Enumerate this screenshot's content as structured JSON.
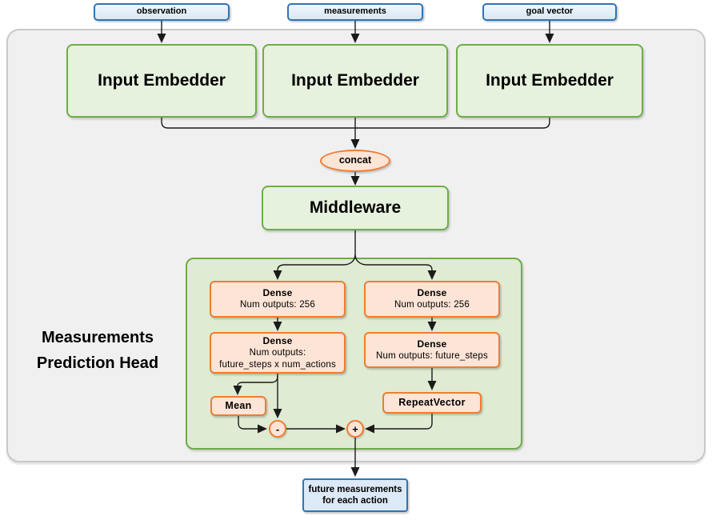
{
  "colors": {
    "green_border": "#6FAD47",
    "green_fill": "#E6F1DE",
    "inner_green_fill": "#DFEBD2",
    "orange_border": "#ED7D31",
    "orange_fill": "#FCE4D6",
    "blue_border": "#2E75B6",
    "blue_fill": "#DCE9F6",
    "gray_fill": "#F0F0F1",
    "gray_border": "#C9C9C9",
    "line_color": "#1a1a1a"
  },
  "top_inputs": [
    {
      "label": "observation"
    },
    {
      "label": "measurements"
    },
    {
      "label": "goal vector"
    }
  ],
  "embedders": [
    {
      "label": "Input Embedder"
    },
    {
      "label": "Input Embedder"
    },
    {
      "label": "Input Embedder"
    }
  ],
  "concat": {
    "label": "concat"
  },
  "middleware": {
    "label": "Middleware"
  },
  "prediction_head": {
    "title_line1": "Measurements",
    "title_line2": "Prediction Head",
    "left_dense_1": {
      "title": "Dense",
      "line1": "Num outputs: 256"
    },
    "left_dense_2": {
      "title": "Dense",
      "line1": "Num outputs:",
      "line2": "future_steps x num_actions"
    },
    "right_dense_1": {
      "title": "Dense",
      "line1": "Num outputs: 256"
    },
    "right_dense_2": {
      "title": "Dense",
      "line1": "Num outputs: future_steps"
    },
    "mean": {
      "label": "Mean"
    },
    "repeat_vector": {
      "label": "RepeatVector"
    },
    "minus": {
      "label": "-"
    },
    "plus": {
      "label": "+"
    }
  },
  "output_box": {
    "line1": "future measurements",
    "line2": "for each action"
  }
}
